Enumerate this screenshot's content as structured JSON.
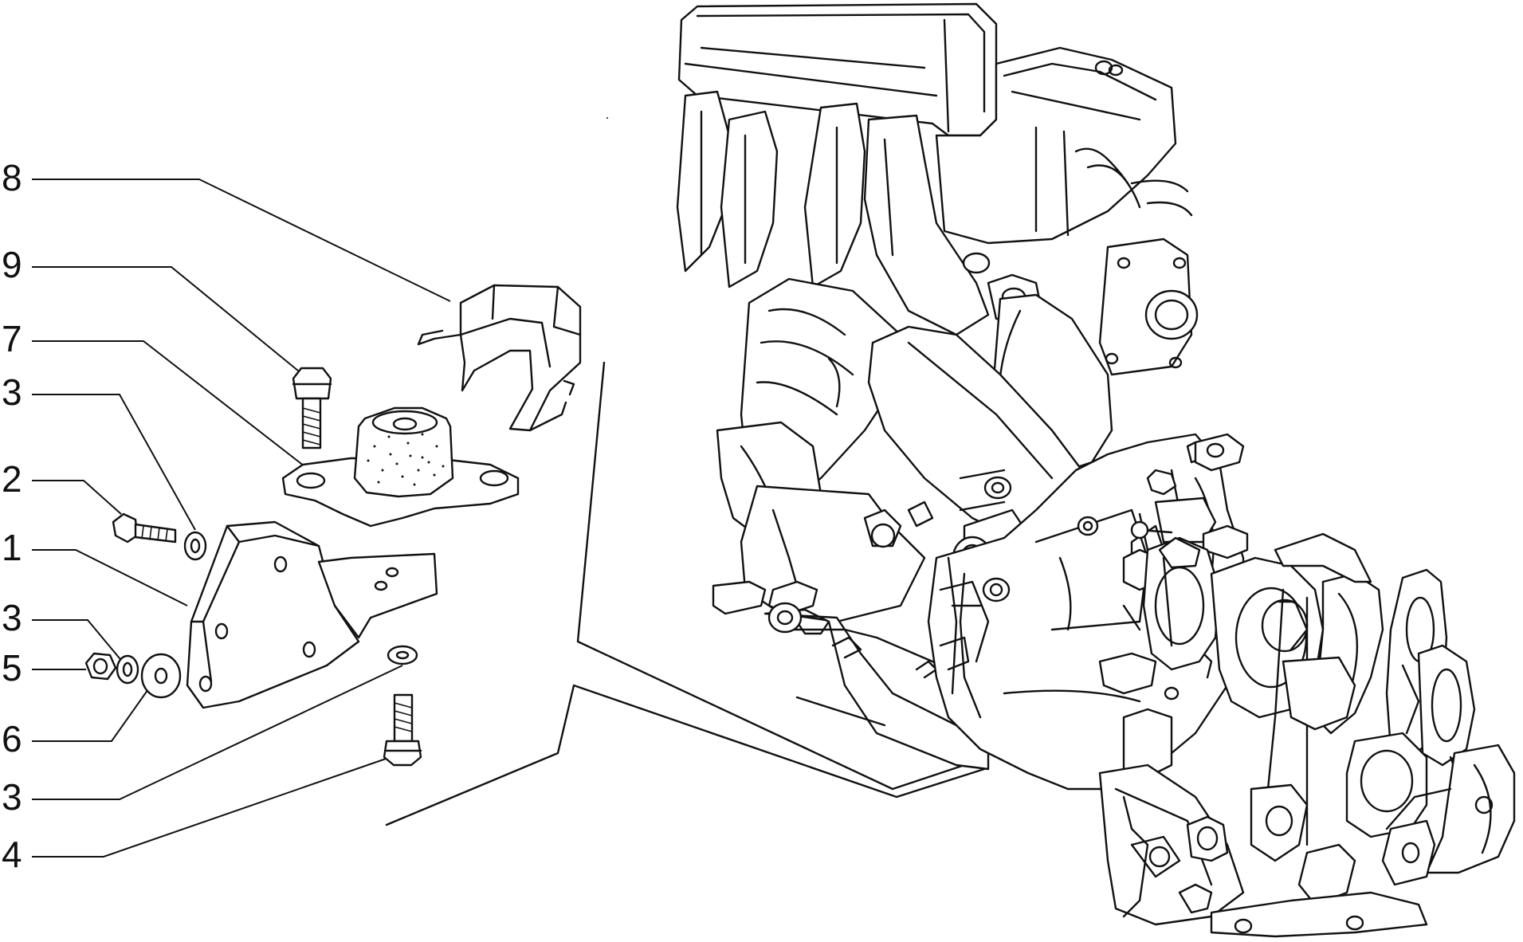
{
  "callouts": [
    {
      "id": "c8",
      "label": "8"
    },
    {
      "id": "c9",
      "label": "9"
    },
    {
      "id": "c7",
      "label": "7"
    },
    {
      "id": "c3a",
      "label": "3"
    },
    {
      "id": "c2",
      "label": "2"
    },
    {
      "id": "c1",
      "label": "1"
    },
    {
      "id": "c3b",
      "label": "3"
    },
    {
      "id": "c5",
      "label": "5"
    },
    {
      "id": "c6",
      "label": "6"
    },
    {
      "id": "c3c",
      "label": "3"
    },
    {
      "id": "c4",
      "label": "4"
    }
  ]
}
